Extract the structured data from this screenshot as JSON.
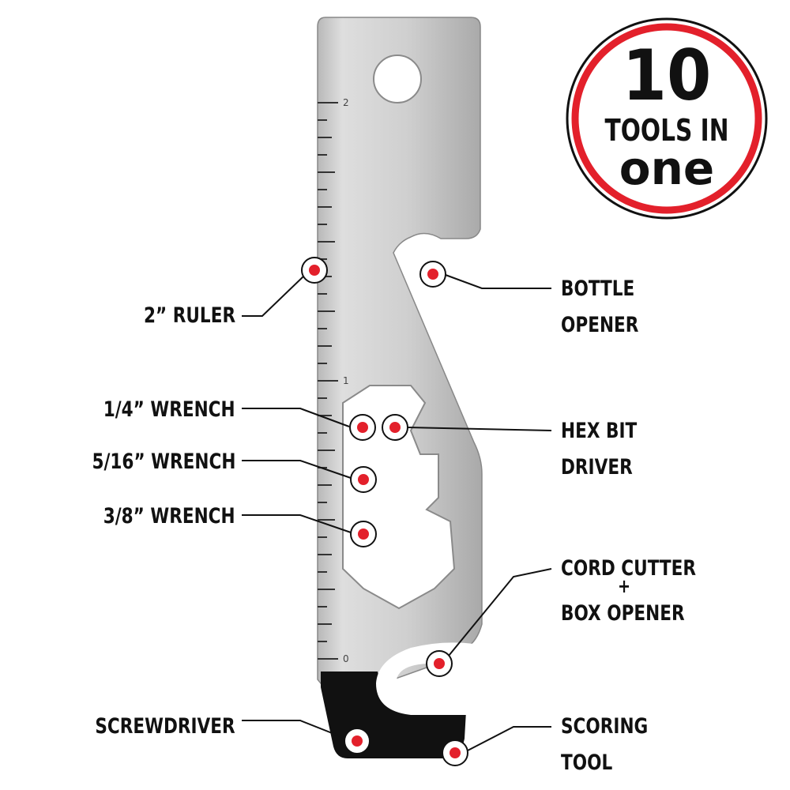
{
  "badge": {
    "number": "10",
    "line2": "TOOLS IN",
    "line3": "one",
    "ring_color": "#e3202b"
  },
  "ruler": {
    "mark_2": "2",
    "mark_1": "1",
    "mark_0": "0"
  },
  "labels": {
    "ruler": "2” RULER",
    "bottle_opener_1": "BOTTLE",
    "bottle_opener_2": "OPENER",
    "wrench_quarter": "1/4” WRENCH",
    "wrench_5_16": "5/16” WRENCH",
    "wrench_3_8": "3/8” WRENCH",
    "hex_bit_1": "HEX BIT",
    "hex_bit_2": "DRIVER",
    "cord_cutter_1": "CORD CUTTER",
    "cord_cutter_plus": "+",
    "cord_cutter_2": "BOX OPENER",
    "screwdriver": "SCREWDRIVER",
    "scoring_1": "SCORING",
    "scoring_2": "TOOL"
  },
  "colors": {
    "marker": "#e3202b",
    "steel": "#cfcfcf",
    "black_tip": "#111111"
  }
}
